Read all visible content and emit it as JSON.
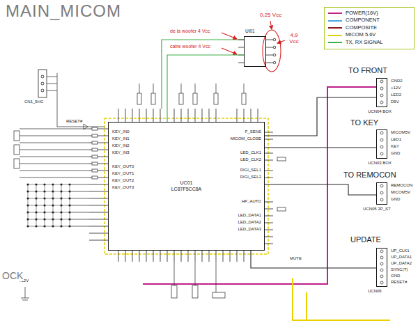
{
  "diagram": {
    "title": "MAIN_MICOM",
    "nodes": [
      {
        "text": [
          "UI01"
        ]
      },
      {
        "text": [
          "UC01",
          "LC87F5CC8A"
        ]
      },
      {
        "text": [
          "TO FRONT"
        ]
      },
      {
        "text": [
          "TO KEY"
        ]
      },
      {
        "text": [
          "TO REMOCON"
        ]
      },
      {
        "text": [
          "UPDATE"
        ]
      }
    ],
    "edges": [
      {
        "from": 1,
        "to": 0,
        "arrow": "none"
      },
      {
        "from": 1,
        "to": 2,
        "arrow": "none"
      },
      {
        "from": 1,
        "to": 3,
        "arrow": "none"
      },
      {
        "from": 1,
        "to": 4,
        "arrow": "none"
      },
      {
        "from": 1,
        "to": 5,
        "arrow": "none"
      }
    ],
    "labels": [
      "0,25 Vcc",
      "de la woofer 4 Vcc",
      "catre woofer 4 Vcc",
      "4,9 Vcc",
      "GND2",
      "+12V",
      "LED2",
      "D5V",
      "UCN04 BOX",
      "MICOM5V",
      "LED1",
      "KEY",
      "GND",
      "UCN03 BOX",
      "REMOCON",
      "MICOM5V",
      "GND",
      "UCN05 3P_ST",
      "UP_CLK1",
      "UP_DATA1",
      "UP_DATA2",
      "SYNC(T)",
      "GND",
      "RESET#",
      "UCN06",
      "KEY_IN0",
      "KEY_IN1",
      "KEY_IN2",
      "KEY_IN3",
      "KEY_OUT0",
      "KEY_OUT1",
      "KEY_OUT2",
      "KEY_OUT3",
      "F_SENS",
      "MICOM_CLOSE",
      "LED_CLK1",
      "LED_CLK2",
      "DIGI_SEL1",
      "DIGI_SEL2",
      "HP_AUTO",
      "LED_DATA1",
      "LED_DATA2",
      "LED_DATA3",
      "RESET#",
      "+12V",
      "OCK",
      "CN1_5HC",
      "MUTE"
    ],
    "legend": [
      {
        "text": "POWER(16V)"
      },
      {
        "text": "COMPONENT"
      },
      {
        "text": "COMPOSITE"
      },
      {
        "text": "MICOM 5.6V"
      },
      {
        "text": "TX, RX SIGNAL"
      }
    ]
  }
}
